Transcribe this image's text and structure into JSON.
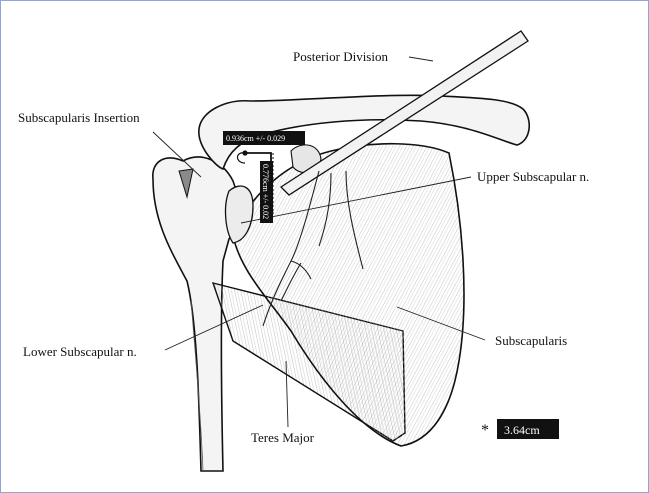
{
  "labels": {
    "posterior_division": "Posterior Division",
    "subscapularis_insertion": "Subscapularis Insertion",
    "upper_subscapular": "Upper Subscapular n.",
    "lower_subscapular": "Lower Subscapular n.",
    "subscapularis": "Subscapularis",
    "teres_major": "Teres Major"
  },
  "measurements": {
    "horizontal": "0.936cm +/- 0.029",
    "vertical": "0.776cm +/- 0.02"
  },
  "scale": {
    "marker": "*",
    "value": "3.64cm"
  }
}
